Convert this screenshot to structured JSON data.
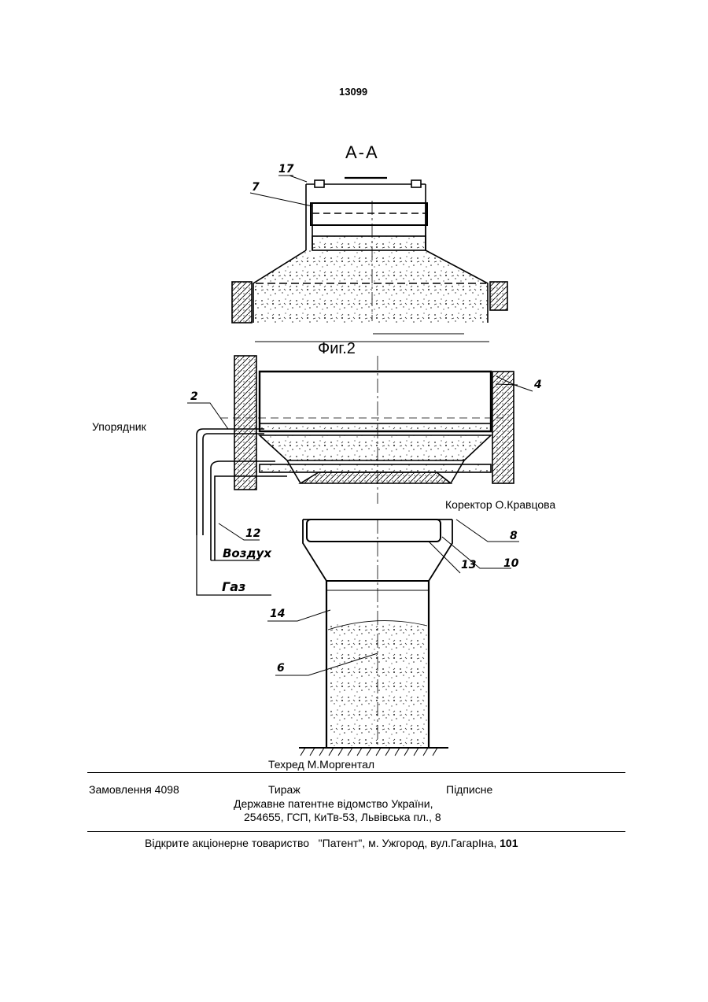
{
  "patent_number": "13099",
  "section_label": "А-А",
  "figure_caption": "Фиг.2",
  "callouts": {
    "c2": "2",
    "c4": "4",
    "c6": "6",
    "c7": "7",
    "c8": "8",
    "c10": "10",
    "c12": "12",
    "c13": "13",
    "c14": "14",
    "c17": "17",
    "air": "Воздух",
    "gas": "Газ"
  },
  "credits": {
    "compiler": "Упорядник",
    "corrector": "Коректор  О.Кравцова",
    "tech_editor": "Техред М.Моргентал"
  },
  "footer": {
    "order": "Замовлення 4098",
    "circulation": "Тираж",
    "subscription": "Підписне",
    "office_line1": "Державне патентне відомство України,",
    "office_line2": "254655, ГСП, КиТв-53, Львівська пл., 8",
    "publisher_text": "Відкрите акціонерне товариство   \"Патент\", м. Ужгород, вул.ГагарІна, ",
    "publisher_number": "101"
  }
}
